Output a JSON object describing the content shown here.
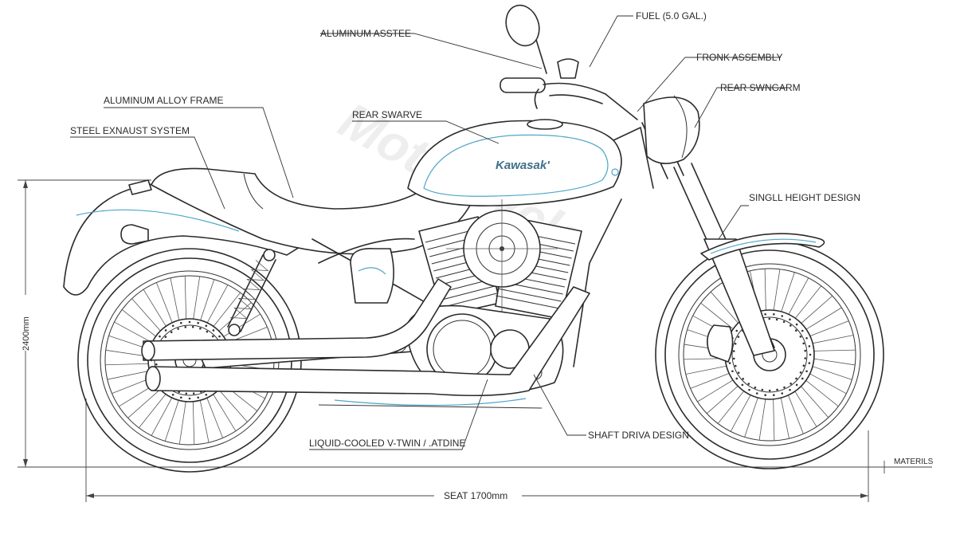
{
  "brand": "Kawasak'",
  "watermark": "Motorcycle",
  "labels": {
    "aluminum_asstee": "ALUMINUM ASSTEE",
    "fuel": "FUEL (5.0 GAL.)",
    "fronk_assembly": "FRONK ASSEMBLY",
    "rear_swngarm": "REAR SWNGARM",
    "aluminum_alloy_frame": "ALUMINUM ALLOY FRAME",
    "rear_swarve": "REAR SWARVE",
    "steel_exhaust": "STEEL EXNAUST SYSTEM",
    "singl_height": "SINGLL HEIGHT DESIGN",
    "engine": "LIQUID-COOLED V-TWIN / .ATDINE",
    "shaft_drive": "SHAFT DRIVA DESIGN",
    "materials": "MATERILS"
  },
  "dimensions": {
    "height": "2400mm",
    "seat": "SEAT 1700mm"
  }
}
